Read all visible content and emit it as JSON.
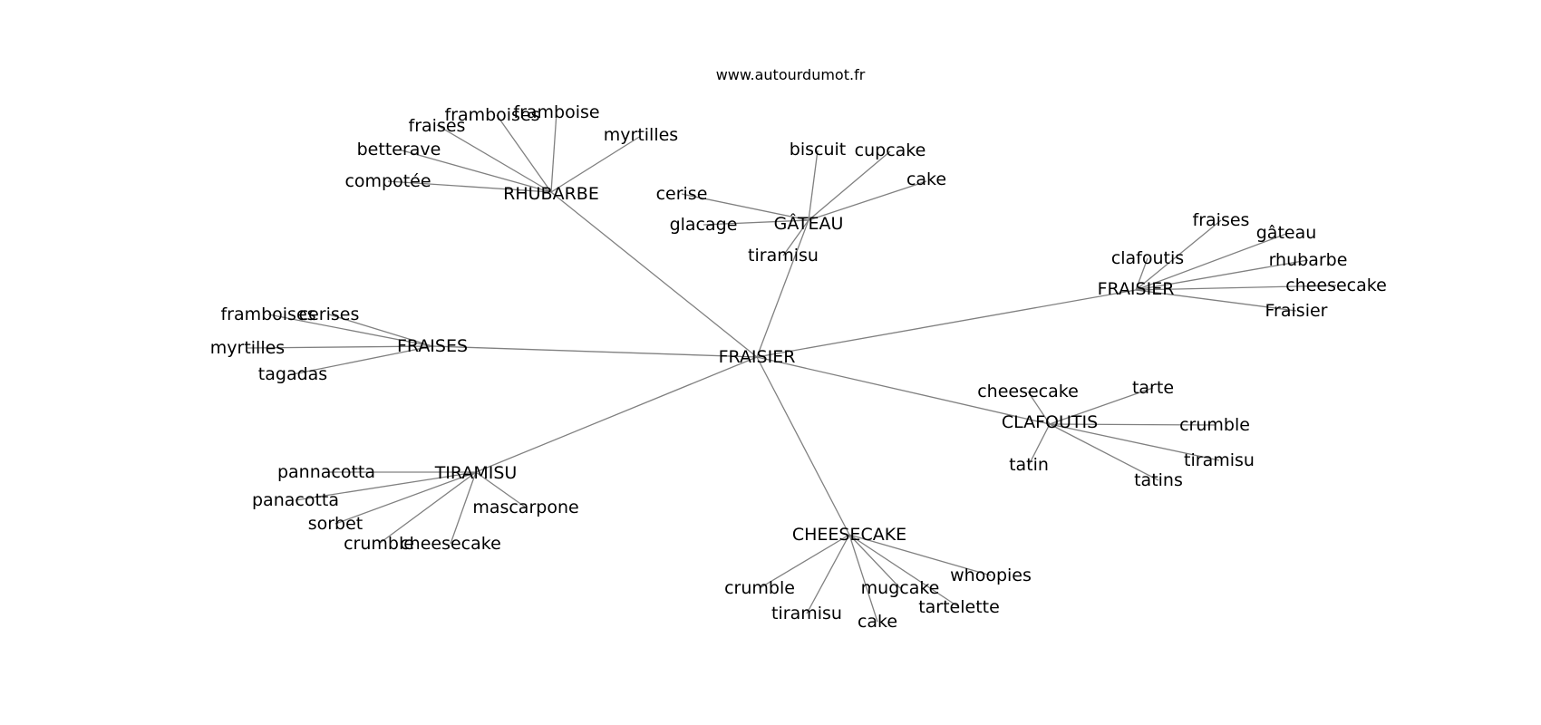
{
  "source": "www.autourdumot.fr",
  "graph": {
    "center": "FRAISIER",
    "clusters": [
      {
        "hub": "RHUBARBE",
        "leaves": [
          "framboise",
          "framboises",
          "fraises",
          "betterave",
          "compotée",
          "myrtilles"
        ]
      },
      {
        "hub": "GÂTEAU",
        "leaves": [
          "biscuit",
          "cupcake",
          "cake",
          "cerise",
          "glacage",
          "tiramisu"
        ]
      },
      {
        "hub": "FRAISIER",
        "leaves": [
          "fraises",
          "gâteau",
          "clafoutis",
          "rhubarbe",
          "cheesecake",
          "Fraisier"
        ]
      },
      {
        "hub": "FRAISES",
        "leaves": [
          "framboises",
          "cerises",
          "myrtilles",
          "tagadas"
        ]
      },
      {
        "hub": "CLAFOUTIS",
        "leaves": [
          "cheesecake",
          "tarte",
          "crumble",
          "tiramisu",
          "tatin",
          "tatins"
        ]
      },
      {
        "hub": "TIRAMISU",
        "leaves": [
          "pannacotta",
          "panacotta",
          "sorbet",
          "crumble",
          "cheesecake",
          "mascarpone"
        ]
      },
      {
        "hub": "CHEESECAKE",
        "leaves": [
          "crumble",
          "tiramisu",
          "cake",
          "mugcake",
          "tartelette",
          "whoopies"
        ]
      }
    ]
  }
}
